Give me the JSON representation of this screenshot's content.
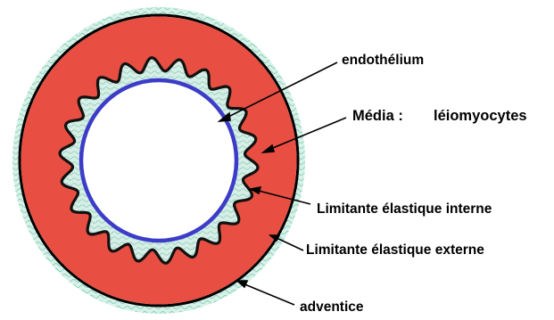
{
  "colors": {
    "media": "#e84f42",
    "adventitia": "#d8f1e8",
    "adventitia_wave": "#7ecfb8",
    "intima_fill": "#d6eee6",
    "internal_elastic": "#111111",
    "endothelium": "#3c3cc8",
    "lumen": "#ffffff",
    "outline": "#000000"
  },
  "labels": {
    "endothelium": "endothélium",
    "media_term": "Média :",
    "media_cells": "léiomyocytes",
    "internal_elastic": "Limitante élastique interne",
    "external_elastic": "Limitante élastique externe",
    "adventitia": "adventice"
  }
}
